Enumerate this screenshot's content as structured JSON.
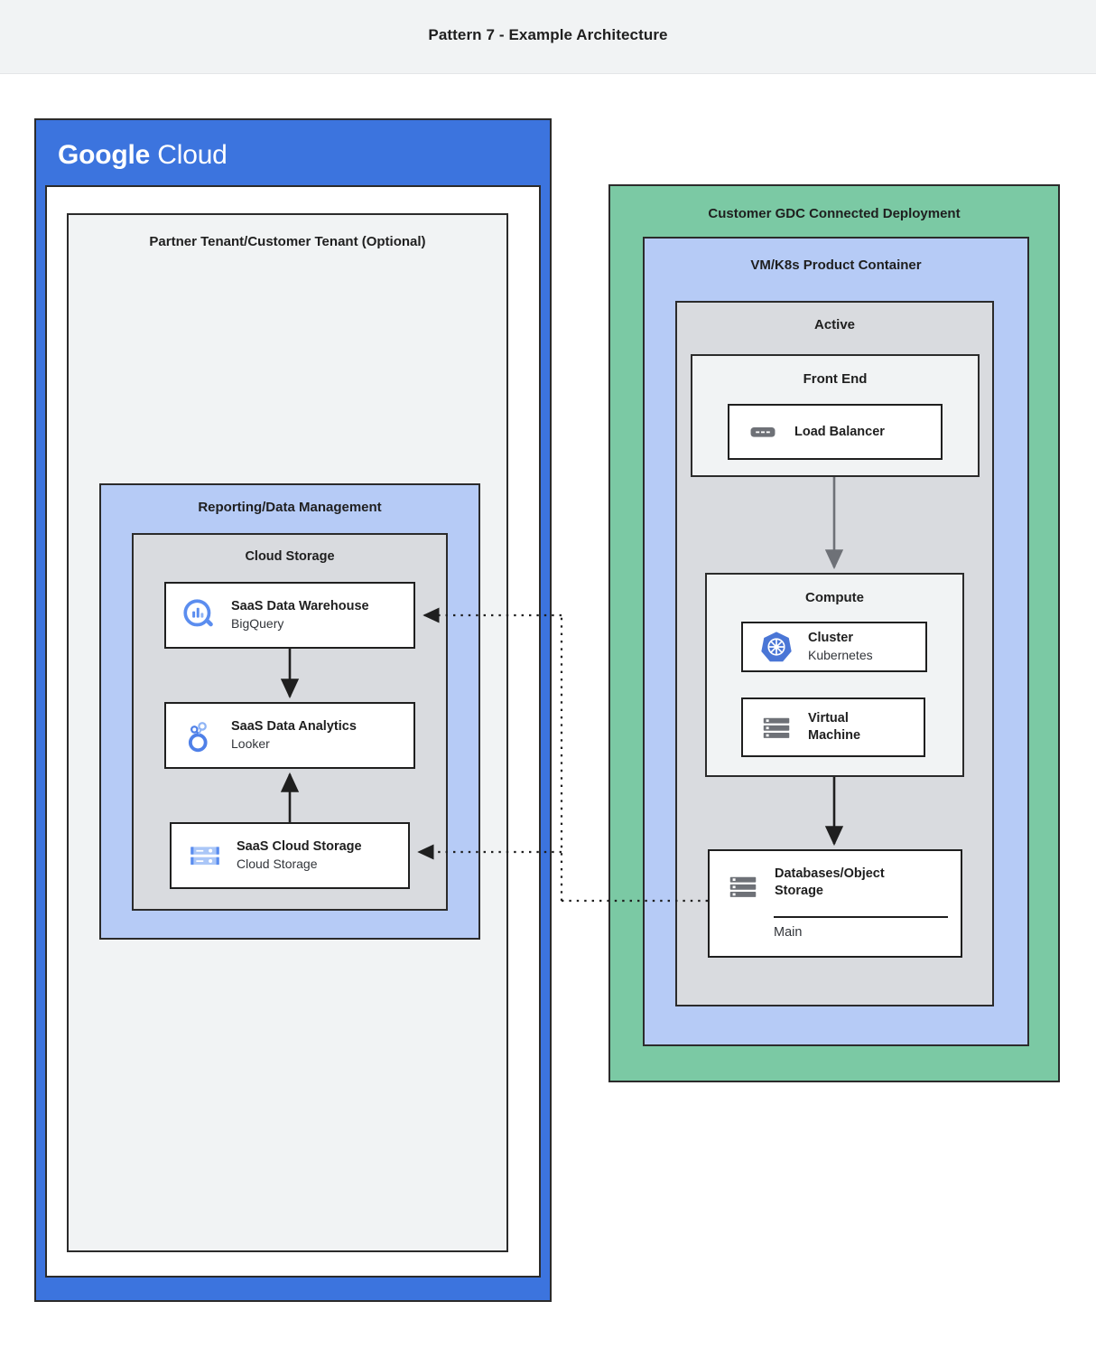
{
  "title": "Pattern 7 - Example Architecture",
  "colors": {
    "google_blue": "#3c74de",
    "light_blue": "#b6cbf6",
    "green": "#7bc9a4",
    "gray": "#d9dbdf",
    "light_gray": "#f1f3f4",
    "icon_blue": "#5b8def",
    "icon_gray": "#6e7177",
    "stroke": "#1f1f1f"
  },
  "google_cloud": {
    "logo_bold": "Google",
    "logo_light": "Cloud",
    "partner_tenant": {
      "title": "Partner Tenant/Customer Tenant (Optional)",
      "reporting": {
        "title": "Reporting/Data Management",
        "cloud_storage": {
          "title": "Cloud Storage",
          "cards": [
            {
              "title": "SaaS Data Warehouse",
              "sub": "BigQuery",
              "icon": "bigquery-icon"
            },
            {
              "title": "SaaS Data Analytics",
              "sub": "Looker",
              "icon": "looker-icon"
            },
            {
              "title": "SaaS Cloud Storage",
              "sub": "Cloud Storage",
              "icon": "cloud-storage-icon"
            }
          ]
        }
      }
    }
  },
  "gdc": {
    "title": "Customer GDC Connected Deployment",
    "vm_k8s": {
      "title": "VM/K8s Product Container",
      "active": {
        "title": "Active",
        "front_end": {
          "title": "Front End",
          "cards": [
            {
              "title": "Load Balancer",
              "sub": "",
              "icon": "load-balancer-icon"
            }
          ]
        },
        "compute": {
          "title": "Compute",
          "cards": [
            {
              "title": "Cluster",
              "sub": "Kubernetes",
              "icon": "kubernetes-icon"
            },
            {
              "title": "Virtual\nMachine",
              "sub": "",
              "icon": "virtual-machine-icon"
            }
          ]
        },
        "database": {
          "title": "Databases/Object Storage",
          "label": "Main",
          "icon": "database-icon"
        }
      }
    }
  },
  "connections": [
    {
      "from": "saas-cloud-storage",
      "to": "saas-data-analytics",
      "style": "solid"
    },
    {
      "from": "saas-data-warehouse",
      "to": "saas-data-analytics",
      "style": "solid"
    },
    {
      "from": "front-end",
      "to": "compute",
      "style": "solid"
    },
    {
      "from": "compute",
      "to": "databases-object-storage",
      "style": "solid"
    },
    {
      "from": "databases-object-storage",
      "to": "saas-data-warehouse",
      "style": "dotted"
    },
    {
      "from": "databases-object-storage",
      "to": "saas-cloud-storage",
      "style": "dotted"
    }
  ]
}
